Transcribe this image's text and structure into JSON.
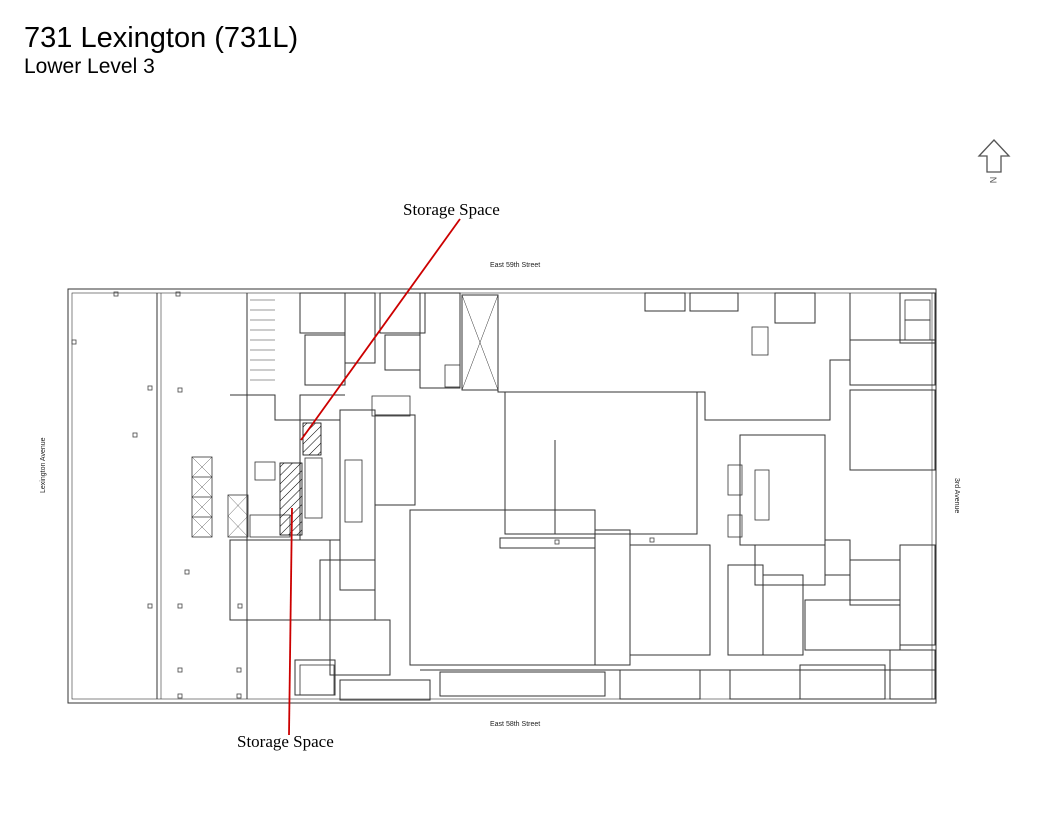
{
  "header": {
    "title": "731 Lexington (731L)",
    "subtitle": "Lower Level 3"
  },
  "callouts": {
    "top_label": "Storage Space",
    "bottom_label": "Storage Space",
    "line_color": "#cc0000"
  },
  "streets": {
    "north": "East 59th Street",
    "south": "East 58th Street",
    "west": "Lexington Avenue",
    "east": "3rd Avenue"
  },
  "compass": {
    "letter": "N",
    "icon": "north-arrow-icon"
  },
  "colors": {
    "wall": "#333333",
    "hatch": "#000000"
  }
}
